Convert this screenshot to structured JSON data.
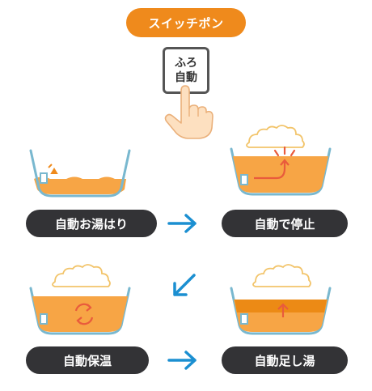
{
  "top_button": {
    "label": "スイッチポン"
  },
  "switch": {
    "line1": "ふろ",
    "line2": "自動"
  },
  "steps": [
    {
      "label": "自動お湯はり"
    },
    {
      "label": "自動で停止"
    },
    {
      "label": "自動保温"
    },
    {
      "label": "自動足し湯"
    }
  ],
  "colors": {
    "orange": "#ef8a1c",
    "water": "#f7a545",
    "water_deep": "#ec8a15",
    "tub_outline": "#79b8cf",
    "arrow_blue": "#1b8fd1",
    "arrow_red": "#e95b3c",
    "pill": "#333336"
  },
  "icons": [
    "pointing-hand-icon",
    "steam-cloud-icon",
    "heat-arrow-icon",
    "circulation-icon",
    "up-arrow-icon",
    "flow-arrow-icon"
  ]
}
